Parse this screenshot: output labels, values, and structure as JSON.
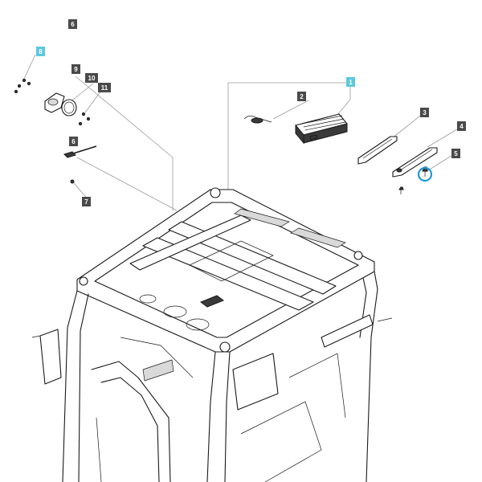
{
  "callouts": [
    {
      "id": "c1",
      "label": "1",
      "highlight": true
    },
    {
      "id": "c2",
      "label": "2",
      "highlight": false
    },
    {
      "id": "c3",
      "label": "3",
      "highlight": false
    },
    {
      "id": "c4",
      "label": "4",
      "highlight": false
    },
    {
      "id": "c5",
      "label": "5",
      "highlight": false
    },
    {
      "id": "c6a",
      "label": "6",
      "highlight": false
    },
    {
      "id": "c6b",
      "label": "6",
      "highlight": false
    },
    {
      "id": "c7",
      "label": "7",
      "highlight": false
    },
    {
      "id": "c8",
      "label": "8",
      "highlight": true
    },
    {
      "id": "c9",
      "label": "9",
      "highlight": false
    },
    {
      "id": "c10",
      "label": "10",
      "highlight": false
    },
    {
      "id": "c11",
      "label": "11",
      "highlight": false
    }
  ],
  "colors": {
    "callout_bg": "#4a4a4a",
    "callout_highlight_bg": "#5bc8de",
    "selection_ring": "#1e9ad6",
    "line": "#1a1a1a"
  }
}
